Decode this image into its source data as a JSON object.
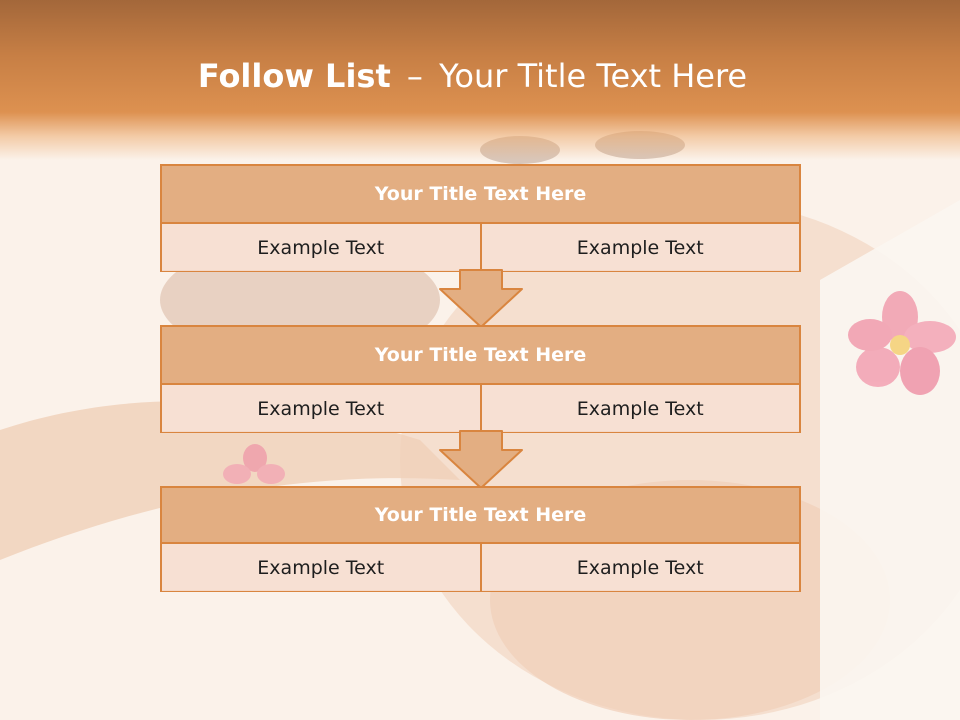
{
  "slide": {
    "title_bold": "Follow List",
    "title_dash": "–",
    "title_rest": "Your Title Text Here"
  },
  "blocks": [
    {
      "title": "Your Title Text Here",
      "left": "Example Text",
      "right": "Example Text"
    },
    {
      "title": "Your Title Text Here",
      "left": "Example Text",
      "right": "Example Text"
    },
    {
      "title": "Your Title Text Here",
      "left": "Example Text",
      "right": "Example Text"
    }
  ],
  "colors": {
    "header": "#c77f45",
    "block_border": "#d9853f",
    "block_title_fill": "#e3ae82",
    "block_cell_fill": "#f6e0d2",
    "arrow_fill": "#e3ae82"
  },
  "icons": [
    "down-arrow-icon",
    "flower-icon"
  ]
}
